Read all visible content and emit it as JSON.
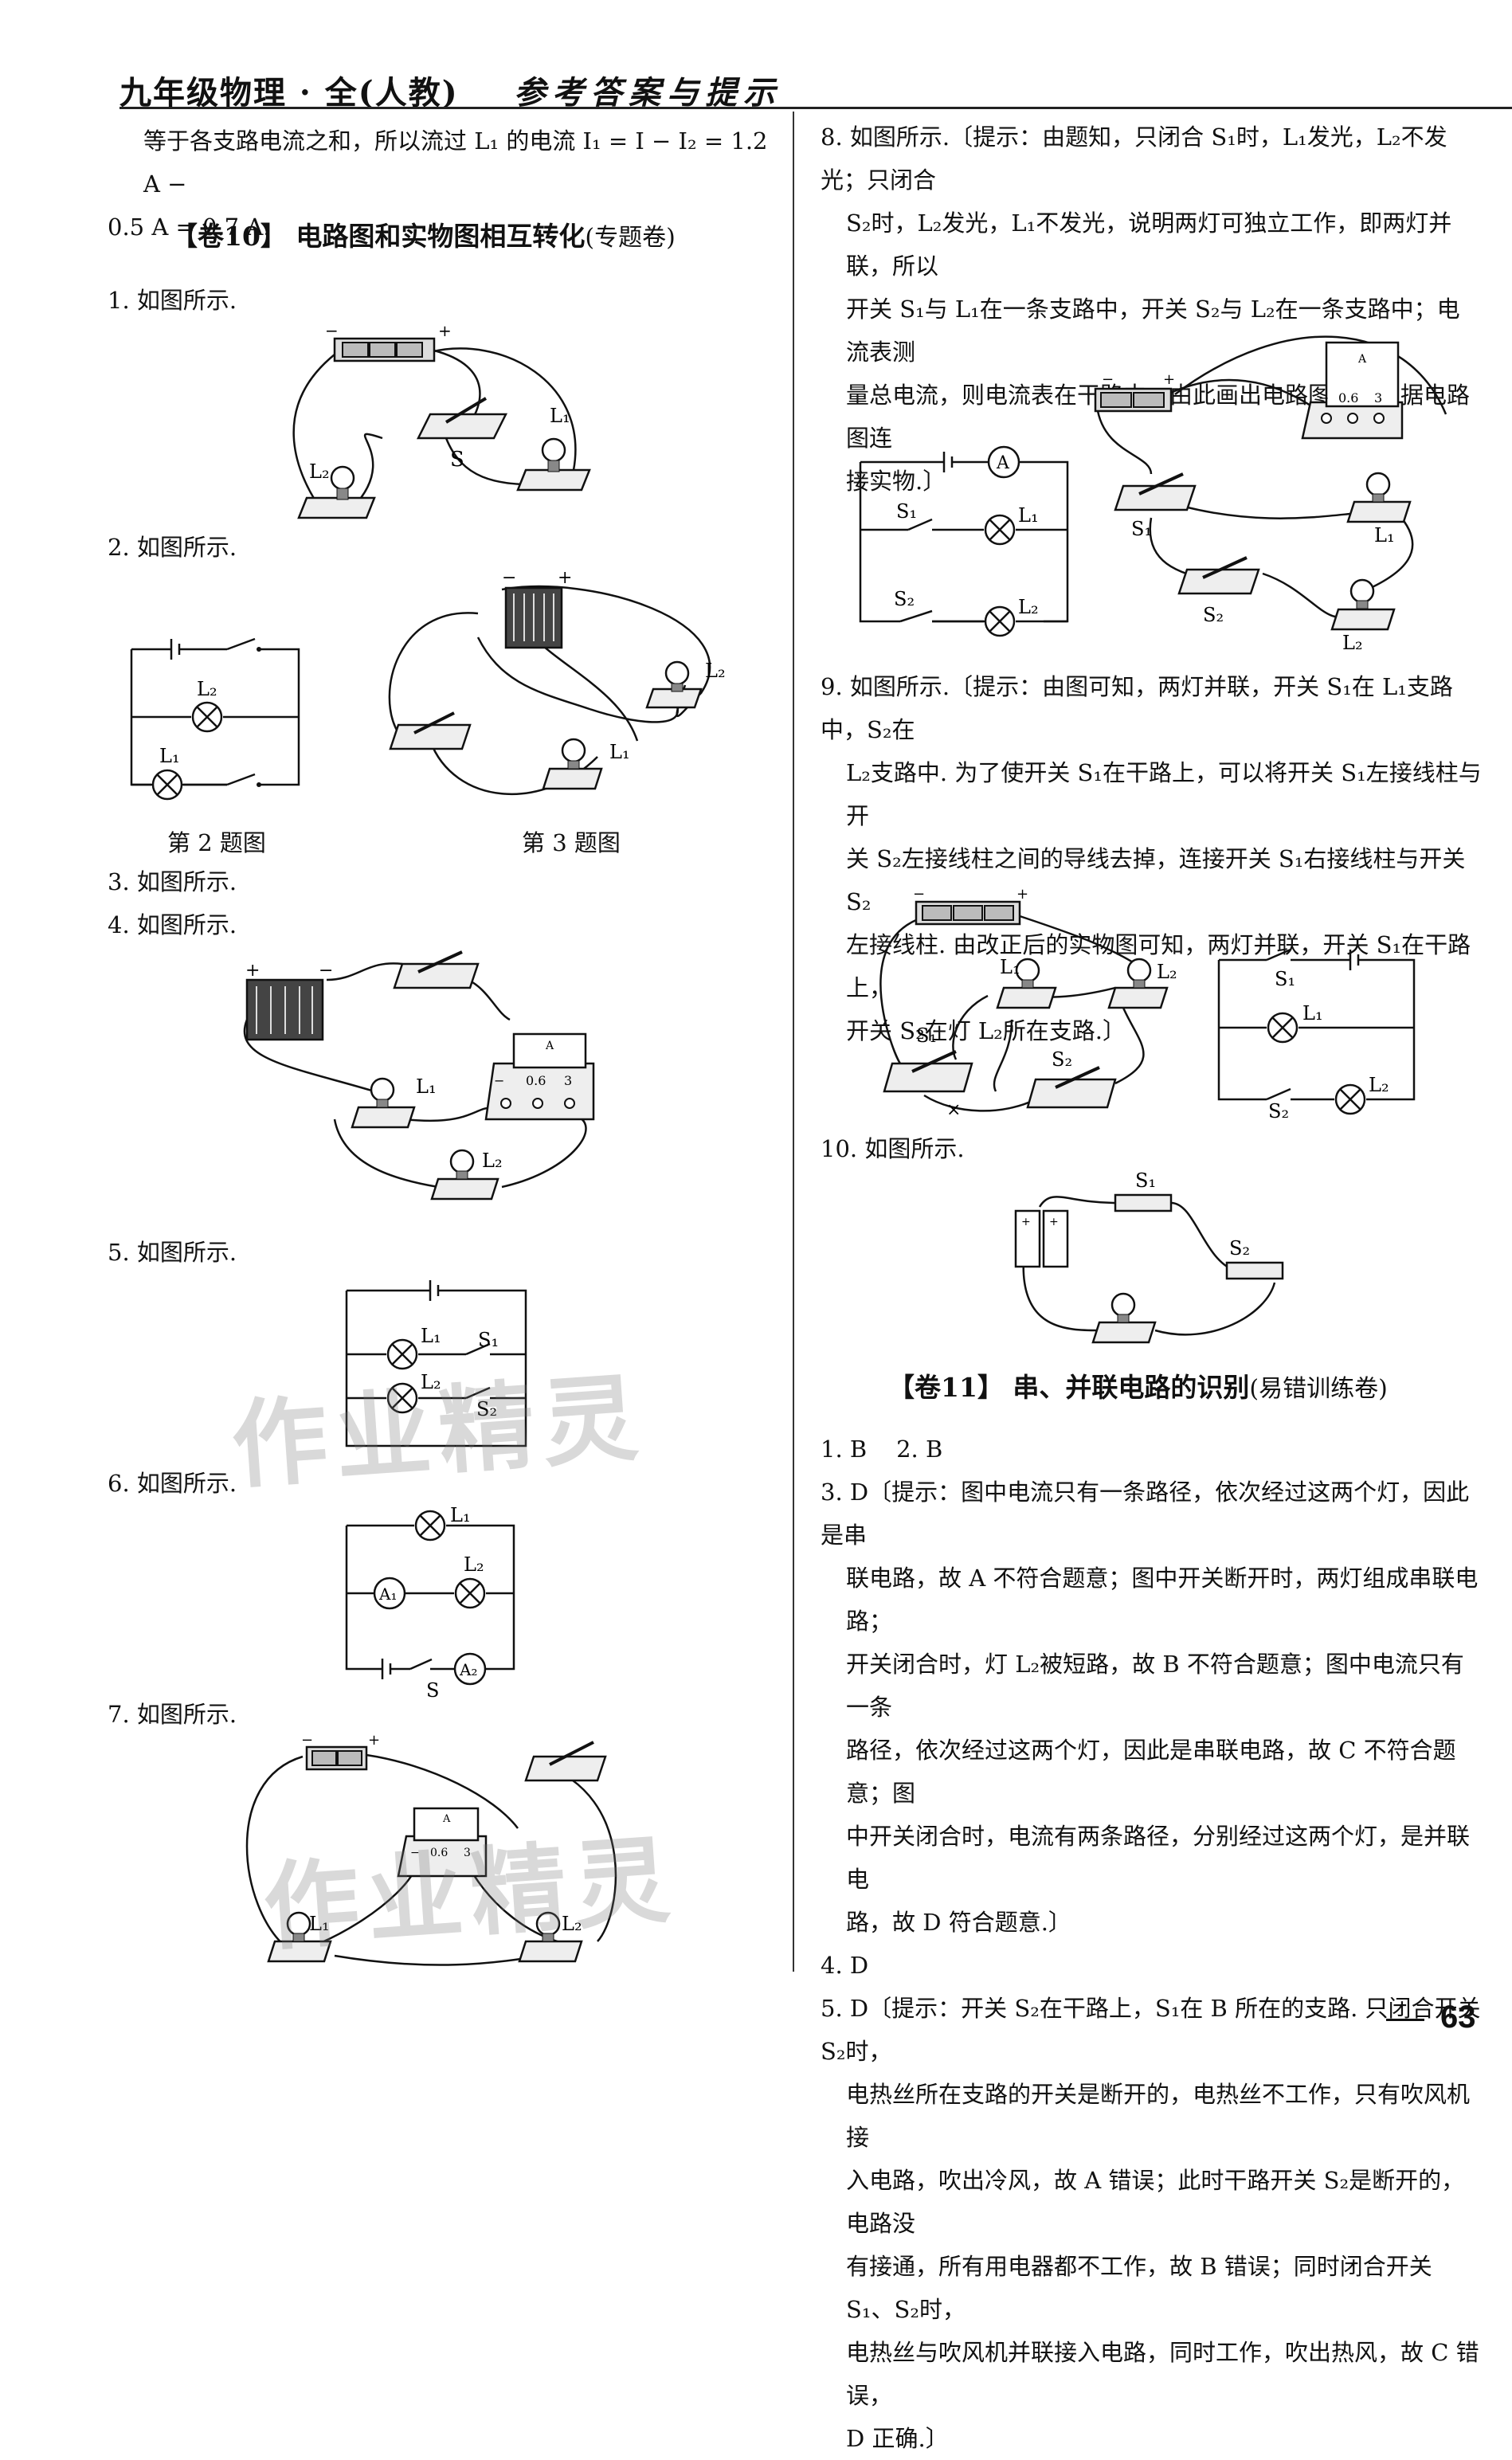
{
  "header": {
    "title_left": "九年级物理 · 全(人教)",
    "title_right": "参考答案与提示"
  },
  "left": {
    "intro_line1": "等于各支路电流之和，所以流过 L₁ 的电流 I₁ = I − I₂ = 1.2 A −",
    "intro_line2": "0.5 A = 0.7 A.",
    "section10_title": "【卷10】  电路图和实物图相互转化",
    "section10_tag": "(专题卷)",
    "q1": "1. 如图所示.",
    "q2": "2. 如图所示.",
    "cap_fig2": "第 2 题图",
    "cap_fig3": "第 3 题图",
    "q3": "3. 如图所示.",
    "q4": "4. 如图所示.",
    "q5": "5. 如图所示.",
    "q6": "6. 如图所示.",
    "q7": "7. 如图所示."
  },
  "right": {
    "q8_lines": [
      "8. 如图所示.〔提示：由题知，只闭合 S₁时，L₁发光，L₂不发光；只闭合",
      "S₂时，L₂发光，L₁不发光，说明两灯可独立工作，即两灯并联，所以",
      "开关 S₁与 L₁在一条支路中，开关 S₂与 L₂在一条支路中；电流表测",
      "量总电流，则电流表在干路中，由此画出电路图，并根据电路图连",
      "接实物.〕"
    ],
    "q9_lines": [
      "9. 如图所示.〔提示：由图可知，两灯并联，开关 S₁在 L₁支路中，S₂在",
      "L₂支路中. 为了使开关 S₁在干路上，可以将开关 S₁左接线柱与开",
      "关 S₂左接线柱之间的导线去掉，连接开关 S₁右接线柱与开关 S₂",
      "左接线柱. 由改正后的实物图可知，两灯并联，开关 S₁在干路上，",
      "开关 S₂在灯 L₂所在支路.〕"
    ],
    "q10": "10. 如图所示.",
    "section11_title": "【卷11】  串、并联电路的识别",
    "section11_tag": "(易错训练卷)",
    "a12": "1. B    2. B",
    "q3_lines": [
      "3. D〔提示：图中电流只有一条路径，依次经过这两个灯，因此是串",
      "联电路，故 A 不符合题意；图中开关断开时，两灯组成串联电路；",
      "开关闭合时，灯 L₂被短路，故 B 不符合题意；图中电流只有一条",
      "路径，依次经过这两个灯，因此是串联电路，故 C 不符合题意；图",
      "中开关闭合时，电流有两条路径，分别经过这两个灯，是并联电",
      "路，故 D 符合题意.〕"
    ],
    "a4": "4. D",
    "q5_lines": [
      "5. D〔提示：开关 S₂在干路上，S₁在 B 所在的支路. 只闭合开关 S₂时，",
      "电热丝所在支路的开关是断开的，电热丝不工作，只有吹风机接",
      "入电路，吹出冷风，故 A 错误；此时干路开关 S₂是断开的，电路没",
      "有接通，所有用电器都不工作，故 B 错误；同时闭合开关 S₁、S₂时，",
      "电热丝与吹风机并联接入电路，同时工作，吹出热风，故 C 错误，",
      "D 正确.〕"
    ]
  },
  "labels": {
    "L1": "L₁",
    "L2": "L₂",
    "S": "S",
    "S1": "S₁",
    "S2": "S₂",
    "A": "A",
    "A1": "A₁",
    "A2": "A₂",
    "plus": "+",
    "minus": "−",
    "m_minus": "−",
    "m_06": "0.6",
    "m_3": "3",
    "cross": "×"
  },
  "watermark": "作业精灵",
  "page_number": "63"
}
